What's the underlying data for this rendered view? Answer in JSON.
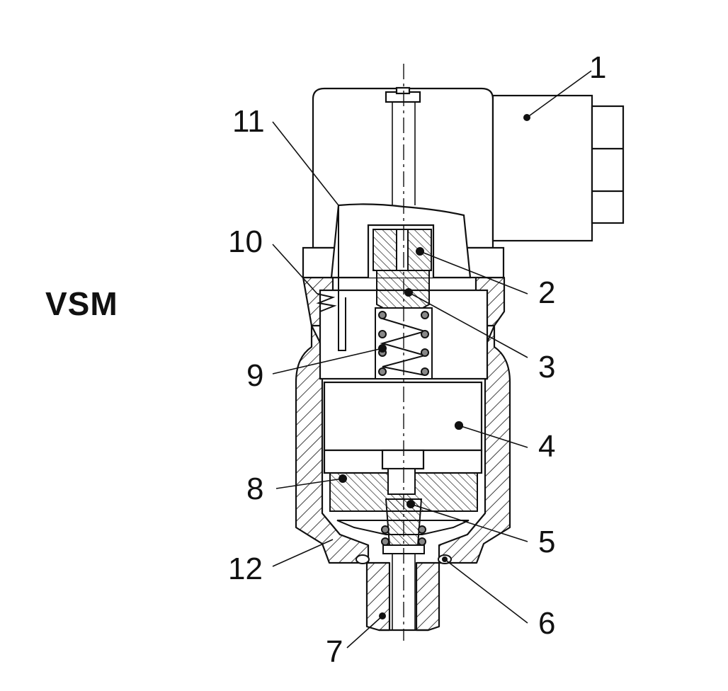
{
  "title": "VSM",
  "callouts": [
    {
      "id": "1",
      "label": "1"
    },
    {
      "id": "2",
      "label": "2"
    },
    {
      "id": "3",
      "label": "3"
    },
    {
      "id": "4",
      "label": "4"
    },
    {
      "id": "5",
      "label": "5"
    },
    {
      "id": "6",
      "label": "6"
    },
    {
      "id": "7",
      "label": "7"
    },
    {
      "id": "8",
      "label": "8"
    },
    {
      "id": "9",
      "label": "9"
    },
    {
      "id": "10",
      "label": "10"
    },
    {
      "id": "11",
      "label": "11"
    },
    {
      "id": "12",
      "label": "12"
    }
  ]
}
